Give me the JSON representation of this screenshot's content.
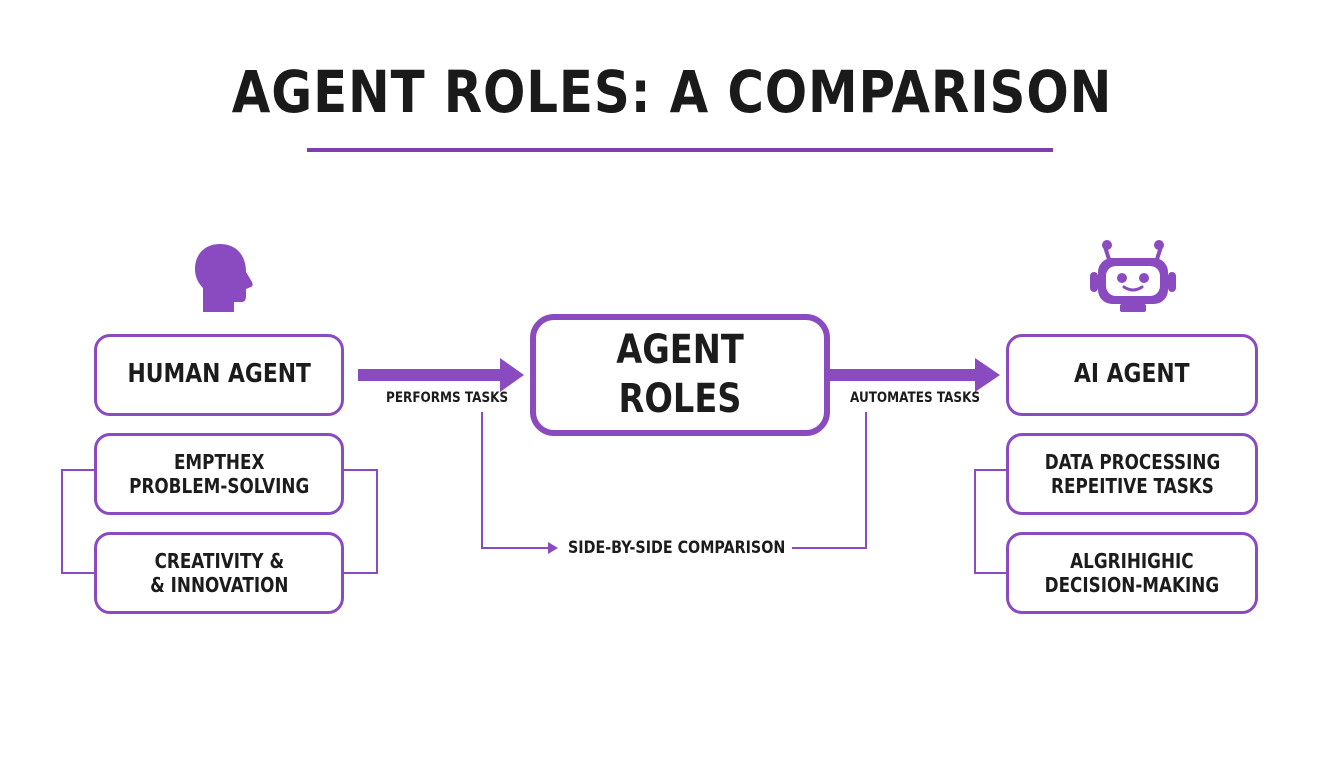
{
  "title": "AGENT ROLES: A COMPARISON",
  "colors": {
    "accent": "#8a4ac0",
    "accent_dark": "#7e3fae",
    "text": "#1c1c1c",
    "background": "#ffffff"
  },
  "icons": {
    "human": "human-head-icon",
    "ai": "robot-head-icon"
  },
  "center": {
    "label": "AGENT ROLES"
  },
  "human": {
    "label": "HUMAN AGENT",
    "traits": [
      "EMPTHEX\nPROBLEM-SOLVING",
      "CREATIVITY &\n& INNOVATION"
    ]
  },
  "ai": {
    "label": "AI AGENT",
    "traits": [
      "DATA PROCESSING\nREPEITIVE TASKS",
      "ALGRIHIGHIC\nDECISION-MAKING"
    ]
  },
  "arrows": {
    "left_label": "PERFORMS TASKS",
    "right_label": "AUTOMATES TASKS",
    "bottom_label": "SIDE-BY-SIDE COMPARISON"
  }
}
